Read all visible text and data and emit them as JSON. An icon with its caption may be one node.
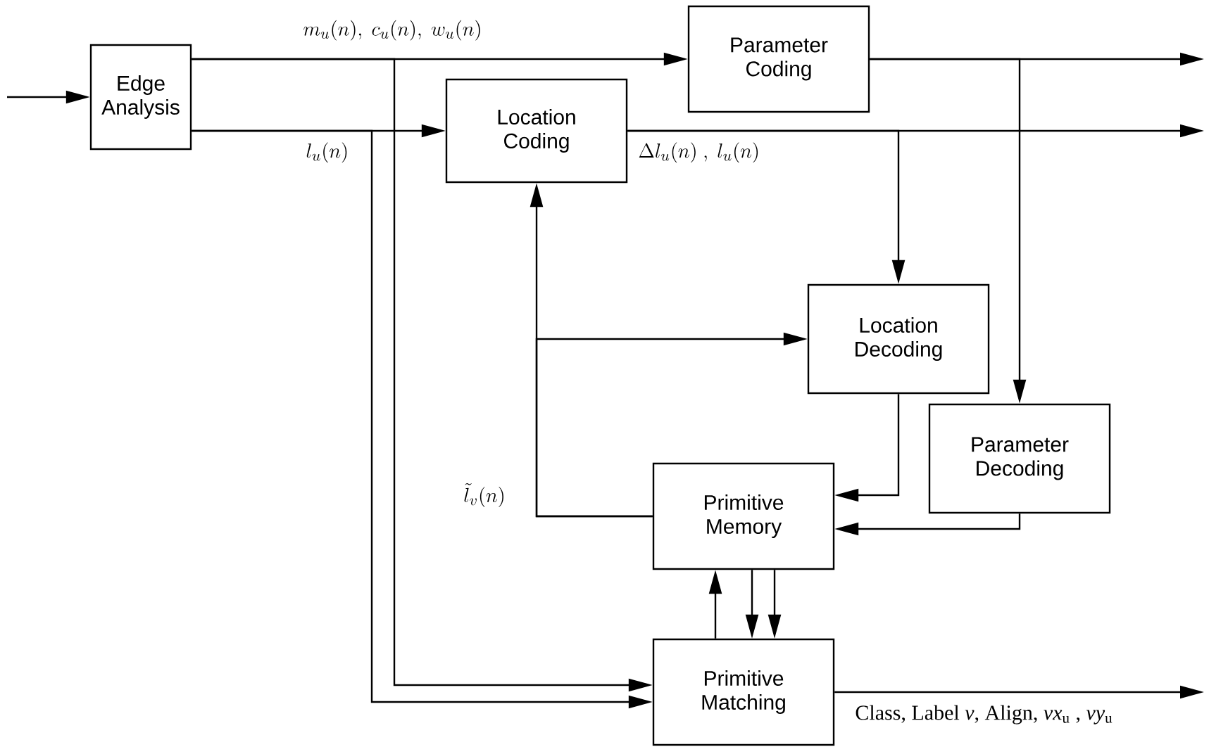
{
  "diagram": {
    "nodes": [
      {
        "text": [
          "Edge Analysis"
        ]
      },
      {
        "text": [
          "Parameter Coding"
        ]
      },
      {
        "text": [
          "Location Coding"
        ]
      },
      {
        "text": [
          "Location Decoding"
        ]
      },
      {
        "text": [
          "Parameter Decoding"
        ]
      },
      {
        "text": [
          "Primitive Memory"
        ]
      },
      {
        "text": [
          "Primitive Matching"
        ]
      }
    ],
    "edges": [
      {
        "from": null,
        "to": 0,
        "arrow": "to"
      },
      {
        "from": 0,
        "to": 1,
        "arrow": "to",
        "label": "m_u(n),\\ c_u(n),\\ w_u(n)"
      },
      {
        "from": 0,
        "to": 2,
        "arrow": "to",
        "label": "l_u(n)"
      },
      {
        "from": 1,
        "to": null,
        "arrow": "to"
      },
      {
        "from": 2,
        "to": null,
        "arrow": "to",
        "label": "\\Delta l_u(n)\\ ,\\ l_u(n)"
      },
      {
        "from": 2,
        "to": 3,
        "arrow": "to"
      },
      {
        "from": 1,
        "to": 4,
        "arrow": "to"
      },
      {
        "from": 5,
        "to": 2,
        "arrow": "to",
        "label": "\\tilde{l}_v(n)"
      },
      {
        "from": 5,
        "to": 3,
        "arrow": "to"
      },
      {
        "from": 3,
        "to": 5,
        "arrow": "to"
      },
      {
        "from": 4,
        "to": 5,
        "arrow": "to"
      },
      {
        "from": 6,
        "to": 5,
        "arrow": "to"
      },
      {
        "from": 5,
        "to": 6,
        "arrow": "to"
      },
      {
        "from": 5,
        "to": 6,
        "arrow": "to"
      },
      {
        "from": 0,
        "to": 6,
        "arrow": "to"
      },
      {
        "from": 0,
        "to": 6,
        "arrow": "to"
      },
      {
        "from": 6,
        "to": null,
        "arrow": "to",
        "label": "Class, Label *v*, Align, *vx*$_{u}$ , *vy*$_{u}$"
      }
    ]
  }
}
